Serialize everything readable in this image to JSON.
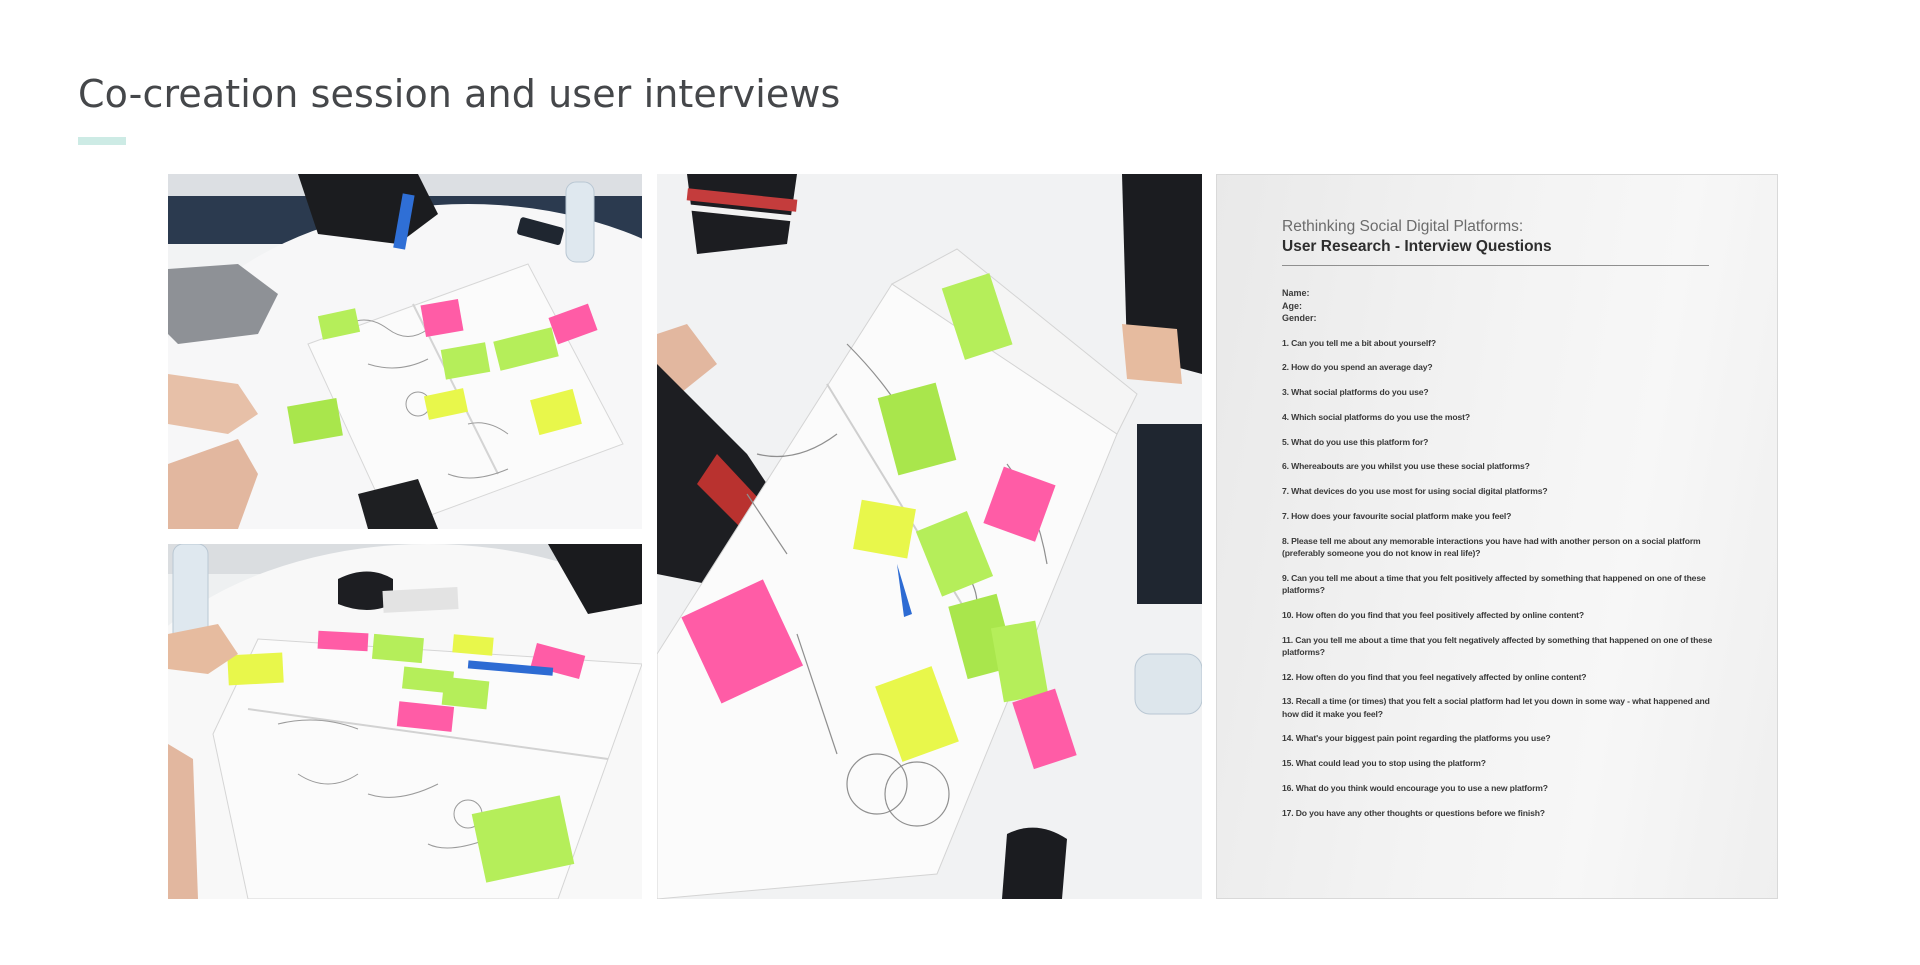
{
  "page": {
    "title": "Co-creation session and user interviews",
    "accent_color": "#cdebe5"
  },
  "photos": {
    "top_left": "co-creation photo: sticky notes on notebook",
    "bottom_left": "co-creation photo: notebook with notes",
    "center": "co-creation photo: writing on sticky notes"
  },
  "sheet": {
    "heading": "Rethinking Social Digital Platforms:",
    "subheading": "User Research - Interview Questions",
    "fields": [
      "Name:",
      "Age:",
      "Gender:"
    ],
    "questions": [
      "1. Can you tell me a bit about yourself?",
      "2. How do you spend an average day?",
      "3. What social platforms do you use?",
      "4. Which social platforms do you use the most?",
      "5. What do you use this platform for?",
      "6. Whereabouts are you whilst you use these social platforms?",
      "7. What devices do you use most for using social digital platforms?",
      "7. How does your favourite social platform make you feel?",
      "8. Please tell me about any memorable interactions you have had with another person on a social platform (preferably someone you do not know in real life)?",
      "9. Can you tell me about a time that you felt positively affected by something that happened on one of these platforms?",
      "10. How often do you find that you feel positively affected by online content?",
      "11. Can you tell me about a time that you felt negatively affected by something that happened on one of these platforms?",
      "12. How often do you find that you feel negatively affected by online content?",
      "13. Recall a time (or times) that you felt a social platform had let you down in some way - what happened and how did it make you feel?",
      "14. What's your biggest pain point regarding the platforms you use?",
      "15. What could lead you to stop using the platform?",
      "16. What do you think would encourage you to use a new platform?",
      "17. Do you have any other thoughts or questions before we finish?"
    ]
  }
}
